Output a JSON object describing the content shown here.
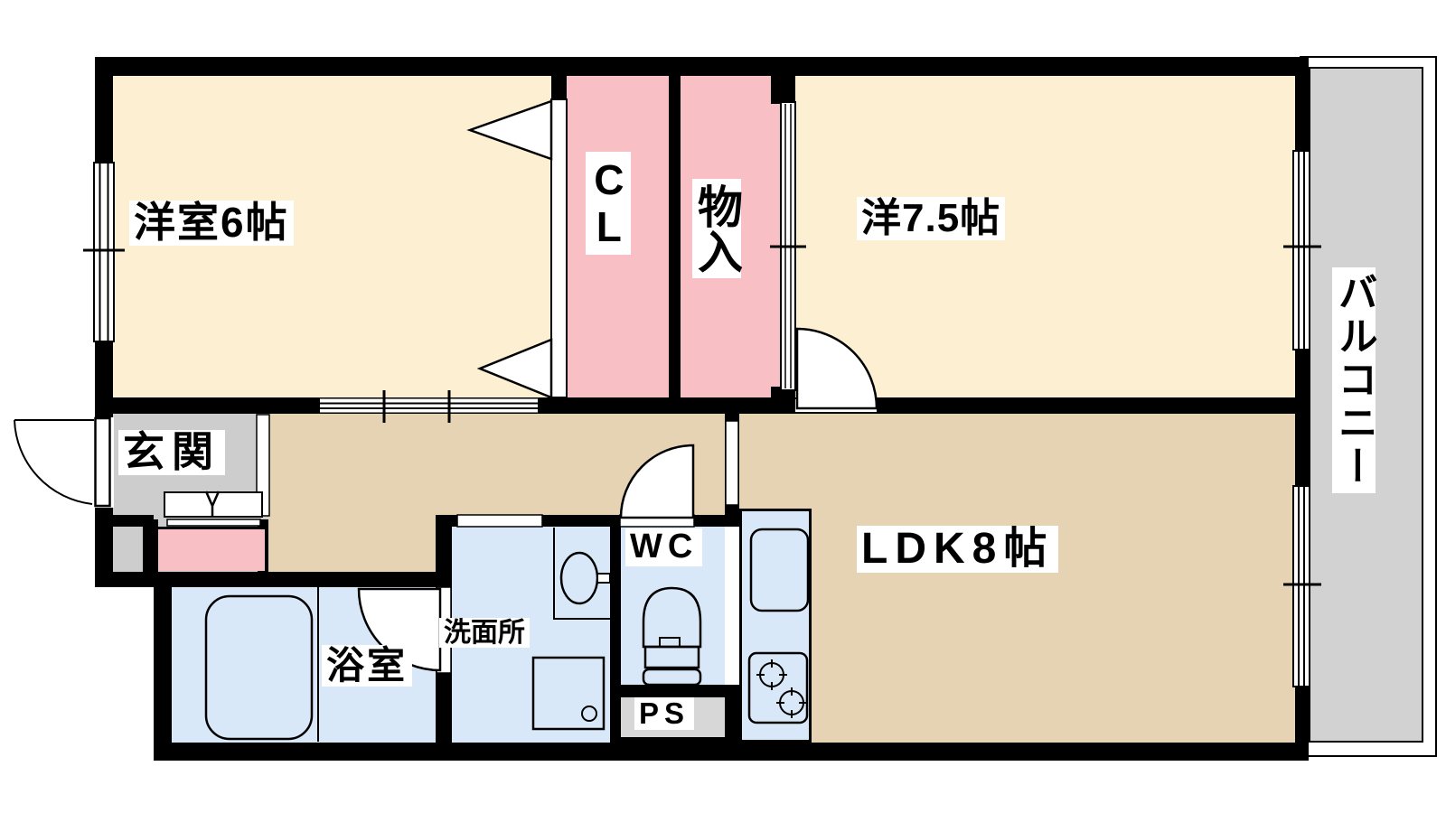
{
  "palette": {
    "wall": "#000000",
    "line": "#000000",
    "background": "#ffffff",
    "label_bg": "#ffffff",
    "western_room": "#fdf0d2",
    "hall_ldk": "#e6d3b4",
    "closet_pink": "#f8bfc5",
    "wet_area_blue": "#d8e8f9",
    "entrance_gray": "#cdcdcd",
    "balcony_gray": "#d2d2d2",
    "pipe_space_gray": "#d7d7d7"
  },
  "labels": {
    "bedroom1": "洋室6帖",
    "bedroom2": "洋7.5帖",
    "ldk": "LDK8帖",
    "closet": "CL",
    "storage": "物入",
    "balcony": "バルコニー",
    "entrance": "玄関",
    "bathroom": "浴室",
    "washroom": "洗面所",
    "toilet": "WC",
    "pipe_space": "PS"
  },
  "fixtures": [
    "bathtub",
    "wash-basin",
    "washing-machine-pan",
    "toilet",
    "kitchen-sink",
    "gas-stove",
    "entrance-step"
  ],
  "openings": [
    "entrance-door",
    "sliding-door",
    "folding-closet-door",
    "hinged-door",
    "window"
  ]
}
